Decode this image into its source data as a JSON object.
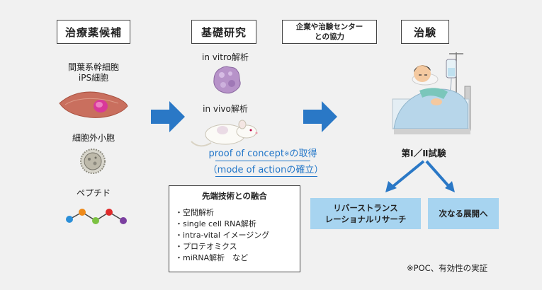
{
  "headers": {
    "candidates": "治療薬候補",
    "basic_research": "基礎研究",
    "collaboration": "企業や治験センター\nとの協力",
    "clinical_trial": "治験"
  },
  "candidates": {
    "cells_line1": "間葉系幹細胞",
    "cells_line2": "iPS細胞",
    "exosome": "細胞外小胞",
    "peptide": "ペプチド"
  },
  "research": {
    "in_vitro": "in vitro解析",
    "in_vivo": "in vivo解析",
    "poc_line1_prefix": "proof of concept",
    "poc_mark": "※",
    "poc_line1_suffix": "の取得",
    "poc_line2": "（mode of actionの確立）"
  },
  "tech": {
    "title": "先端技術との融合",
    "items": [
      "空間解析",
      "single cell RNA解析",
      "intra-vital イメージング",
      "プロテオミクス",
      "miRNA解析　など"
    ]
  },
  "trial": {
    "phase": "第Ⅰ／Ⅱ試験"
  },
  "outcomes": {
    "reverse_tr": "リバーストランス\nレーショナルリサーチ",
    "next": "次なる展開へ"
  },
  "footnote": "※POC、有効性の実証",
  "colors": {
    "arrow": "#2a78c6",
    "highlight_text": "#2276c8",
    "outcome_box": "#a7d4f0"
  }
}
